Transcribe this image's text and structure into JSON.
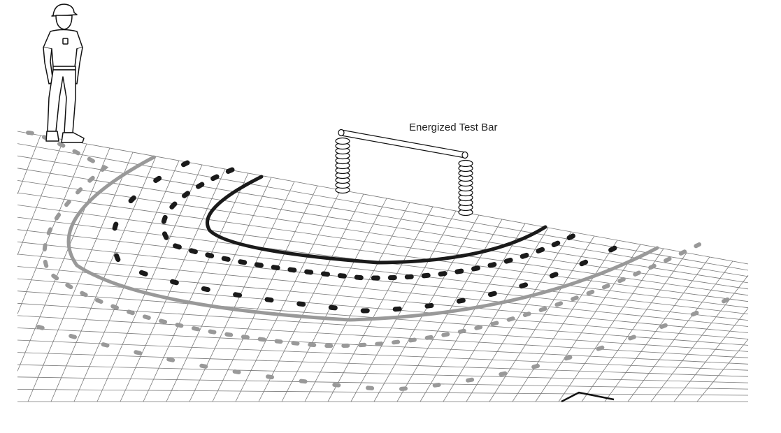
{
  "labels": {
    "test_bar": "Energized Test Bar"
  },
  "figure": {
    "worker": "worker-figure",
    "test_bar": "energized-test-bar"
  },
  "colors": {
    "background": "#ffffff",
    "grid": "#777777",
    "line_dark": "#1a1a1a",
    "line_gray": "#999999",
    "figure_stroke": "#111111"
  }
}
